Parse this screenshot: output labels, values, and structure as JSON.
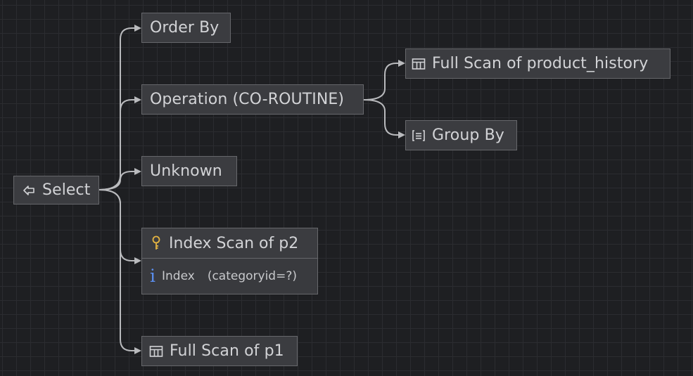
{
  "nodes": {
    "select": {
      "label": "Select",
      "icon": "arrow-left-icon"
    },
    "order_by": {
      "label": "Order By"
    },
    "operation": {
      "label": "Operation (CO-ROUTINE)"
    },
    "full_scan_product_history": {
      "label": "Full Scan of product_history",
      "icon": "table-icon"
    },
    "group_by": {
      "label": "Group By",
      "icon": "group-icon"
    },
    "unknown": {
      "label": "Unknown"
    },
    "index_scan_p2": {
      "label": "Index Scan of p2",
      "icon": "key-icon",
      "detail": {
        "name": "Index",
        "value": "(categoryid=?)",
        "icon": "info-icon"
      }
    },
    "full_scan_p1": {
      "label": "Full Scan of p1",
      "icon": "table-icon"
    }
  },
  "colors": {
    "background": "#1e1f22",
    "grid": "#2b2c30",
    "node_fill": "#3b3c40",
    "node_border": "#66676b",
    "edge": "#b9babd",
    "key_icon": "#e3b341",
    "info_icon": "#5b8ff0"
  }
}
